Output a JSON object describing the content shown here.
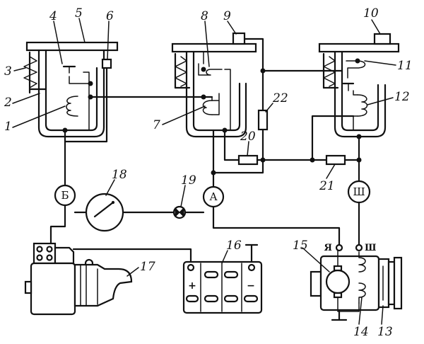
{
  "labels": {
    "n1": "1",
    "n2": "2",
    "n3": "3",
    "n4": "4",
    "n5": "5",
    "n6": "6",
    "n7": "7",
    "n8": "8",
    "n9": "9",
    "n10": "10",
    "n11": "11",
    "n12": "12",
    "n13": "13",
    "n14": "14",
    "n15": "15",
    "n16": "16",
    "n17": "17",
    "n18": "18",
    "n19": "19",
    "n20": "20",
    "n21": "21",
    "n22": "22"
  },
  "meters": {
    "b": "Б",
    "a": "А",
    "sh": "Ш"
  },
  "generator_terminals": {
    "ya": "Я",
    "sh": "Ш"
  },
  "battery_signs": {
    "plus": "+",
    "minus": "−"
  }
}
